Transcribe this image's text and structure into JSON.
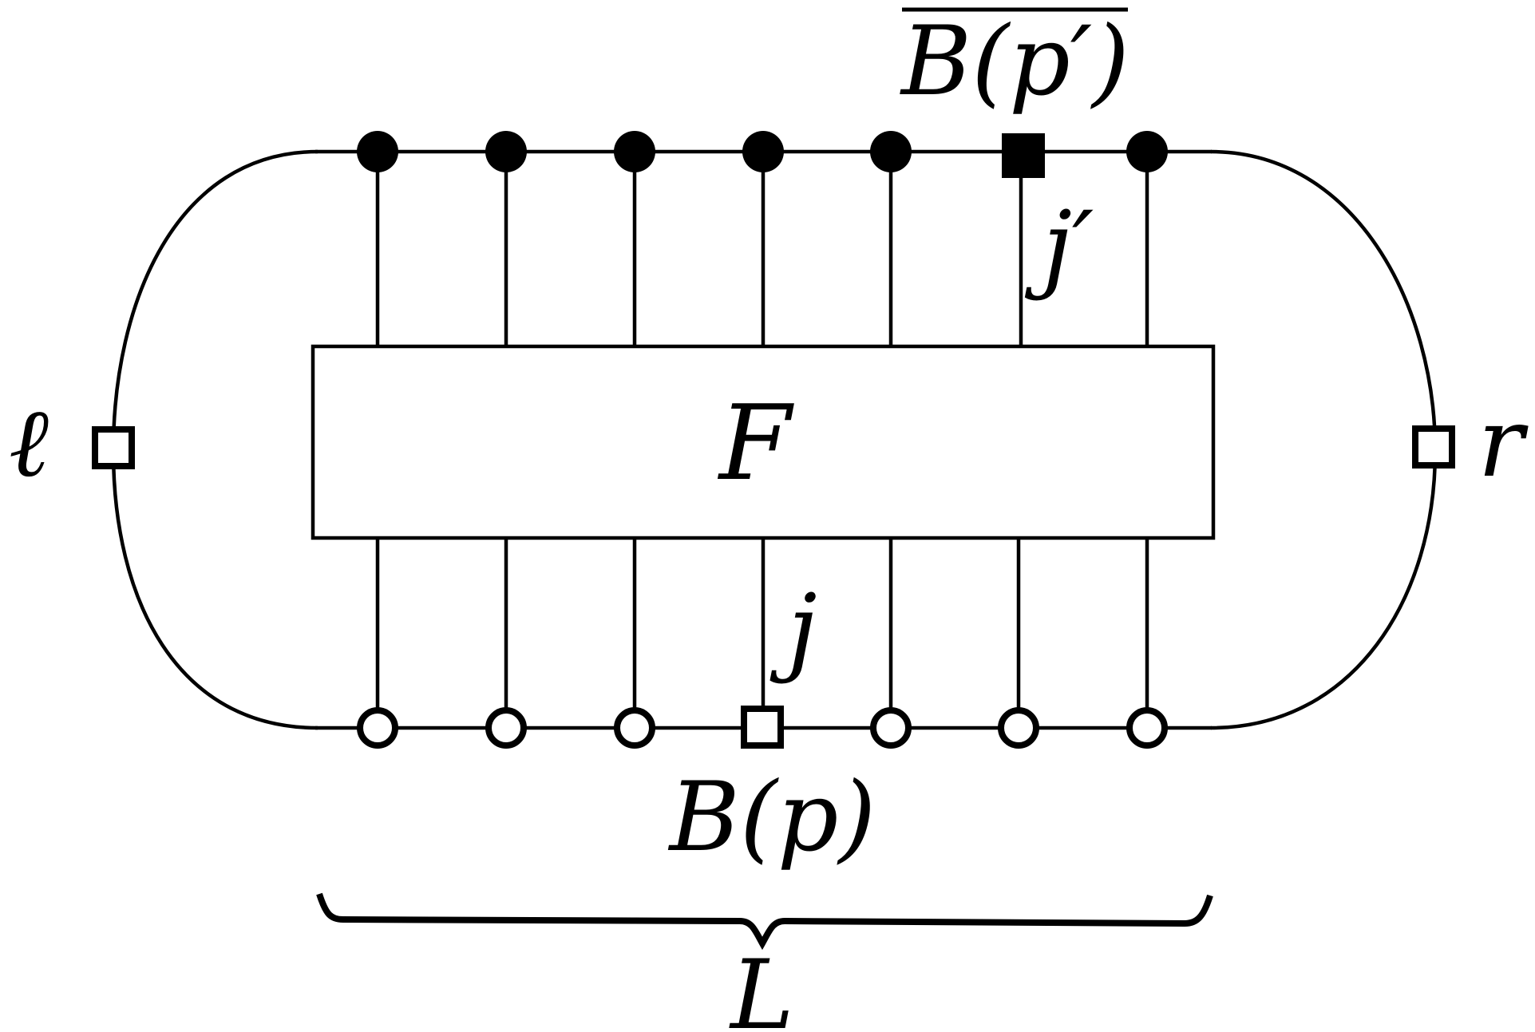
{
  "labels": {
    "box": "F",
    "bottom_site": "B(p)",
    "top_site": "B(p′)",
    "bottom_index": "j",
    "top_index": "j′",
    "left_boundary": "ℓ",
    "right_boundary": "r",
    "length": "L"
  },
  "top_row": {
    "markers": [
      "filled-circle",
      "filled-circle",
      "filled-circle",
      "filled-circle",
      "filled-circle",
      "filled-square",
      "filled-circle"
    ]
  },
  "bottom_row": {
    "markers": [
      "open-circle",
      "open-circle",
      "open-circle",
      "open-square",
      "open-circle",
      "open-circle",
      "open-circle"
    ]
  },
  "colors": {
    "ink": "#000000",
    "background": "#ffffff"
  }
}
